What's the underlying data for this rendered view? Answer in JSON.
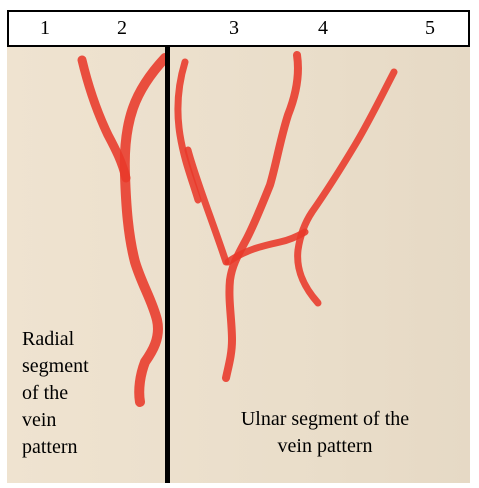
{
  "header": {
    "numbers": [
      "1",
      "2",
      "3",
      "4",
      "5"
    ]
  },
  "labels": {
    "radial": [
      "Radial",
      "segment",
      "of the",
      "vein",
      "pattern"
    ],
    "ulnar": [
      "Ulnar segment of the",
      "vein pattern"
    ]
  },
  "colors": {
    "vein": "#e8392a",
    "background": "#ece0cd",
    "divider": "#000000"
  }
}
